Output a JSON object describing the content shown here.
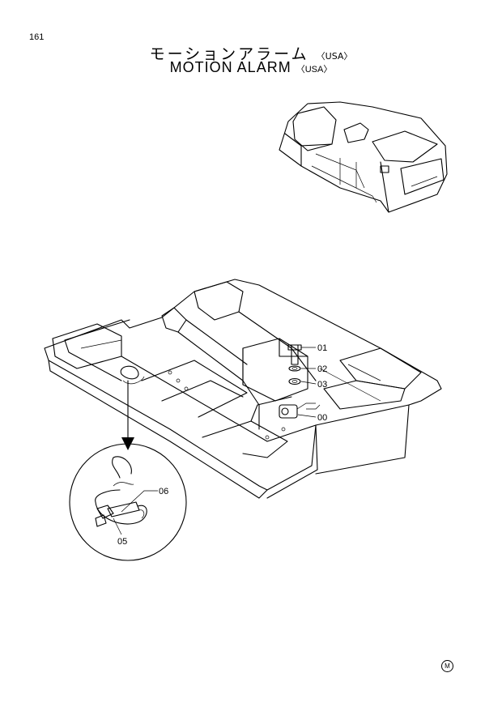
{
  "page": {
    "number": "161"
  },
  "title": {
    "japanese": "モーションアラーム",
    "japanese_suffix": "〈USA〉",
    "english": "MOTION  ALARM",
    "english_suffix": "〈USA〉"
  },
  "callouts": {
    "c01": "01",
    "c02": "02",
    "c03": "03",
    "c00": "00",
    "c06": "06",
    "c05": "05"
  },
  "footer": {
    "mark": "M"
  }
}
